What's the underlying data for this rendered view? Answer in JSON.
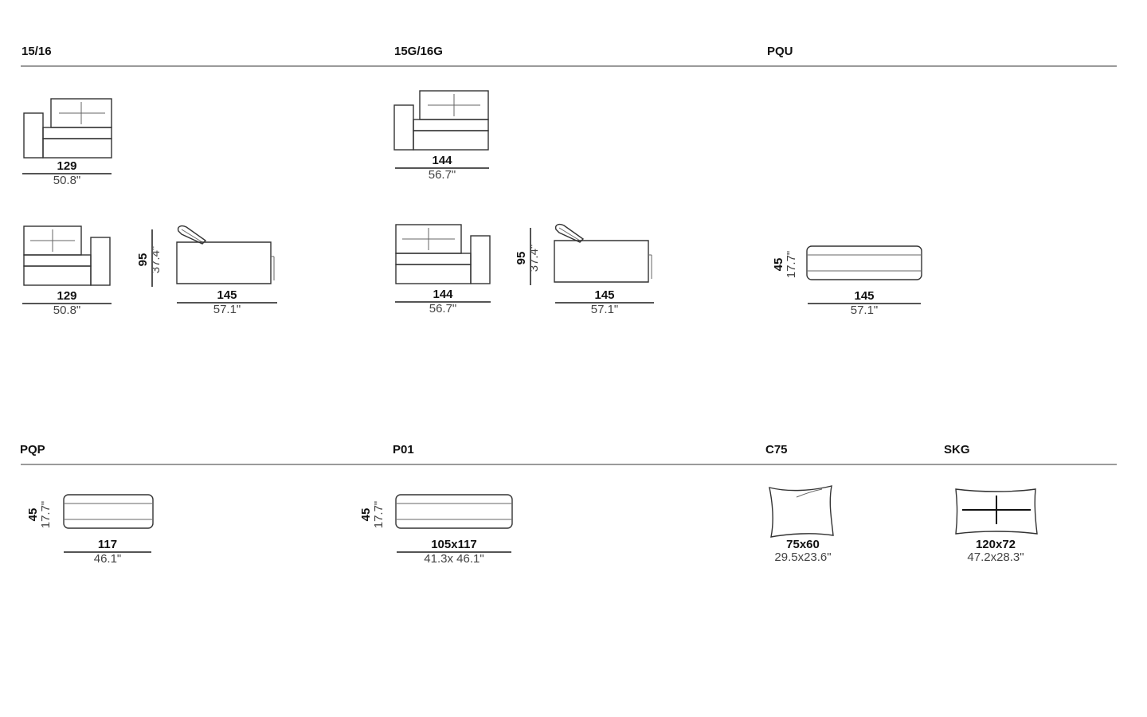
{
  "sections": {
    "s1516": "15/16",
    "s15g16g": "15G/16G",
    "pqu": "PQU",
    "pqp": "PQP",
    "p01": "P01",
    "c75": "C75",
    "skg": "SKG"
  },
  "dims": {
    "d1": {
      "cm": "129",
      "in": "50.8\""
    },
    "d2": {
      "cm": "144",
      "in": "56.7\""
    },
    "d3": {
      "cm": "129",
      "in": "50.8\""
    },
    "d4": {
      "cm": "145",
      "in": "57.1\""
    },
    "d4h": {
      "cm": "95",
      "in": "37.4\""
    },
    "d5": {
      "cm": "144",
      "in": "56.7\""
    },
    "d6": {
      "cm": "145",
      "in": "57.1\""
    },
    "d6h": {
      "cm": "95",
      "in": "37.4\""
    },
    "d7": {
      "cm": "145",
      "in": "57.1\""
    },
    "d7h": {
      "cm": "45",
      "in": "17.7\""
    },
    "d8": {
      "cm": "117",
      "in": "46.1\""
    },
    "d8h": {
      "cm": "45",
      "in": "17.7\""
    },
    "d9": {
      "cm": "105x117",
      "in": "41.3x 46.1\""
    },
    "d9h": {
      "cm": "45",
      "in": "17.7\""
    },
    "d10": {
      "cm": "75x60",
      "in": "29.5x23.6\""
    },
    "d11": {
      "cm": "120x72",
      "in": "47.2x28.3\""
    }
  },
  "colors": {
    "rule": "#9a9a9a",
    "line": "#333333"
  }
}
